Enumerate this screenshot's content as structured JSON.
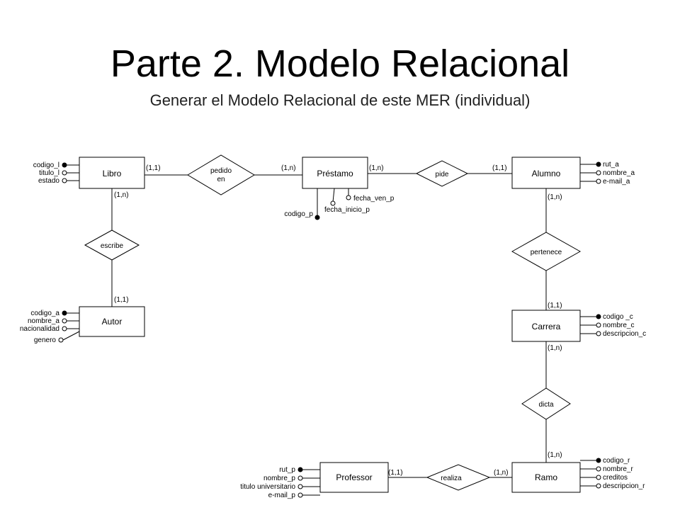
{
  "title": "Parte 2. Modelo Relacional",
  "subtitle": "Generar el Modelo Relacional de este MER (individual)",
  "diagram": {
    "entities": {
      "libro": "Libro",
      "prestamo": "Préstamo",
      "alumno": "Alumno",
      "autor": "Autor",
      "carrera": "Carrera",
      "professor": "Professor",
      "ramo": "Ramo"
    },
    "relationships": {
      "pedido_l1": "pedido",
      "pedido_l2": "en",
      "pide": "pide",
      "escribe": "escribe",
      "pertenece": "pertenece",
      "dicta": "dicta",
      "realiza": "realiza"
    },
    "attributes": {
      "libro": [
        {
          "label": "codigo_l",
          "key": true
        },
        {
          "label": "titulo_l",
          "key": false
        },
        {
          "label": "estado",
          "key": false
        }
      ],
      "autor": [
        {
          "label": "codigo_a",
          "key": true
        },
        {
          "label": "nombre_a",
          "key": false
        },
        {
          "label": "nacionalidad",
          "key": false
        },
        {
          "label": "genero",
          "key": false
        }
      ],
      "alumno": [
        {
          "label": "rut_a",
          "key": true
        },
        {
          "label": "nombre_a",
          "key": false
        },
        {
          "label": "e-mail_a",
          "key": false
        }
      ],
      "carrera": [
        {
          "label": "codigo _c",
          "key": true
        },
        {
          "label": "nombre_c",
          "key": false
        },
        {
          "label": "descripcion_c",
          "key": false
        }
      ],
      "ramo": [
        {
          "label": "codigo_r",
          "key": true
        },
        {
          "label": "nombre_r",
          "key": false
        },
        {
          "label": "creditos",
          "key": false
        },
        {
          "label": "descripcion_r",
          "key": false
        }
      ],
      "professor": [
        {
          "label": "rut_p",
          "key": true
        },
        {
          "label": "nombre_p",
          "key": false
        },
        {
          "label": "titulo universitario",
          "key": false
        },
        {
          "label": "e-mail_p",
          "key": false
        }
      ],
      "prestamo": [
        {
          "label": "codigo_p",
          "key": true
        },
        {
          "label": "fecha_inicio_p",
          "key": false
        },
        {
          "label": "fecha_ven_p",
          "key": false
        }
      ]
    },
    "cardinalities": {
      "libro_pedido": "(1,1)",
      "pedido_prestamo": "(1,n)",
      "prestamo_pide": "(1,n)",
      "pide_alumno": "(1,1)",
      "libro_escribe": "(1,n)",
      "escribe_autor": "(1,1)",
      "alumno_pertenece": "(1,n)",
      "pertenece_carrera": "(1,1)",
      "carrera_dicta": "(1,n)",
      "dicta_ramo": "(1,n)",
      "professor_realiza": "(1,1)",
      "realiza_ramo": "(1,n)"
    }
  }
}
